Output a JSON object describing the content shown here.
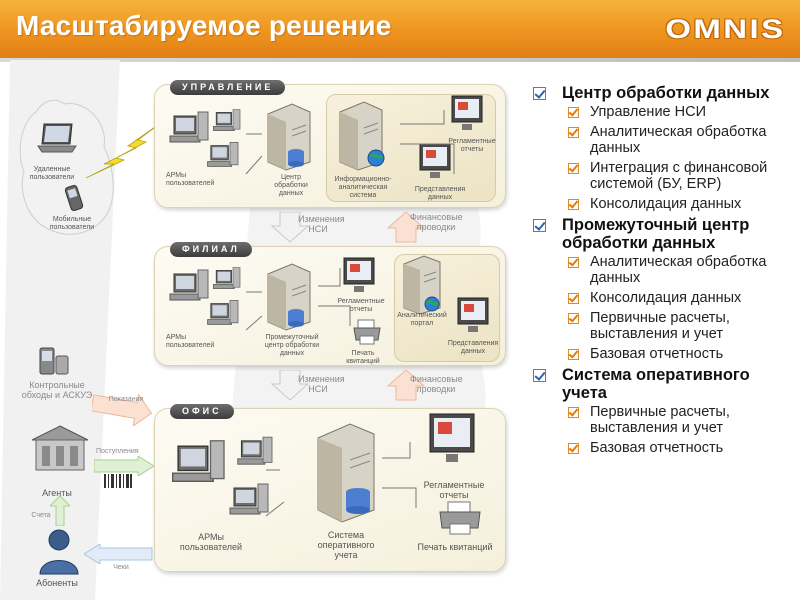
{
  "header": {
    "title": "Масштабируемое решение",
    "logo": "OMNIS"
  },
  "diagram": {
    "panels": [
      {
        "tag": "УПРАВЛЕНИЕ"
      },
      {
        "tag": "ФИЛИАЛ"
      },
      {
        "tag": "ОФИС"
      }
    ],
    "labels": {
      "remote_users": "Удаленные пользователи",
      "mobile_users": "Мобильные пользователи",
      "arm1": "АРМы пользователей",
      "center": "Центр обработки данных",
      "info_system": "Информационно-аналитическая система",
      "reports1": "Регламентные отчеты",
      "data_presentation1": "Представления данных",
      "changes_nsi1": "Изменения НСИ",
      "fin_postings1": "Финансовые проводки",
      "arm2": "АРМы пользователей",
      "intermediate_center": "Промежуточный центр обработки данных",
      "reports2": "Регламентные отчеты",
      "receipt_print2": "Печать квитанций",
      "analytic_portal": "Аналитический портал",
      "data_presentation2": "Представления данных",
      "changes_nsi2": "Изменения НСИ",
      "fin_postings2": "Финансовые проводки",
      "control_rounds": "Контрольные обходы и АСКУЭ",
      "readings": "Показания",
      "payments": "Поступления",
      "agents": "Агенты",
      "invoices": "Счета",
      "subscribers": "Абоненты",
      "checks": "Чеки",
      "arm3": "АРМы пользователей",
      "operational_system": "Система оперативного учета",
      "reports3": "Регламентные отчеты",
      "receipt_print3": "Печать квитанций"
    }
  },
  "sections": [
    {
      "title": "Центр обработки данных",
      "items": [
        "Управление НСИ",
        "Аналитическая обработка данных",
        "Интеграция с финансовой системой (БУ, ERP)",
        "Консолидация данных"
      ]
    },
    {
      "title": "Промежуточный центр обработки данных",
      "items": [
        "Аналитическая обработка данных",
        "Консолидация данных",
        "Первичные расчеты, выставления и учет",
        "Базовая отчетность"
      ]
    },
    {
      "title": "Система оперативного учета",
      "items": [
        "Первичные расчеты, выставления и учет",
        "Базовая отчетность"
      ]
    }
  ],
  "colors": {
    "header_orange": "#ee9420",
    "check_blue": "#2a64b0",
    "check_orange": "#e07a10"
  },
  "icons": [
    "pc-icon",
    "server-icon",
    "db-icon",
    "monitor-report-icon",
    "printer-icon",
    "laptop-icon",
    "phone-icon",
    "lightning-icon",
    "building-icon",
    "user-icon",
    "barcode-icon",
    "pda-icon",
    "globe-icon"
  ]
}
